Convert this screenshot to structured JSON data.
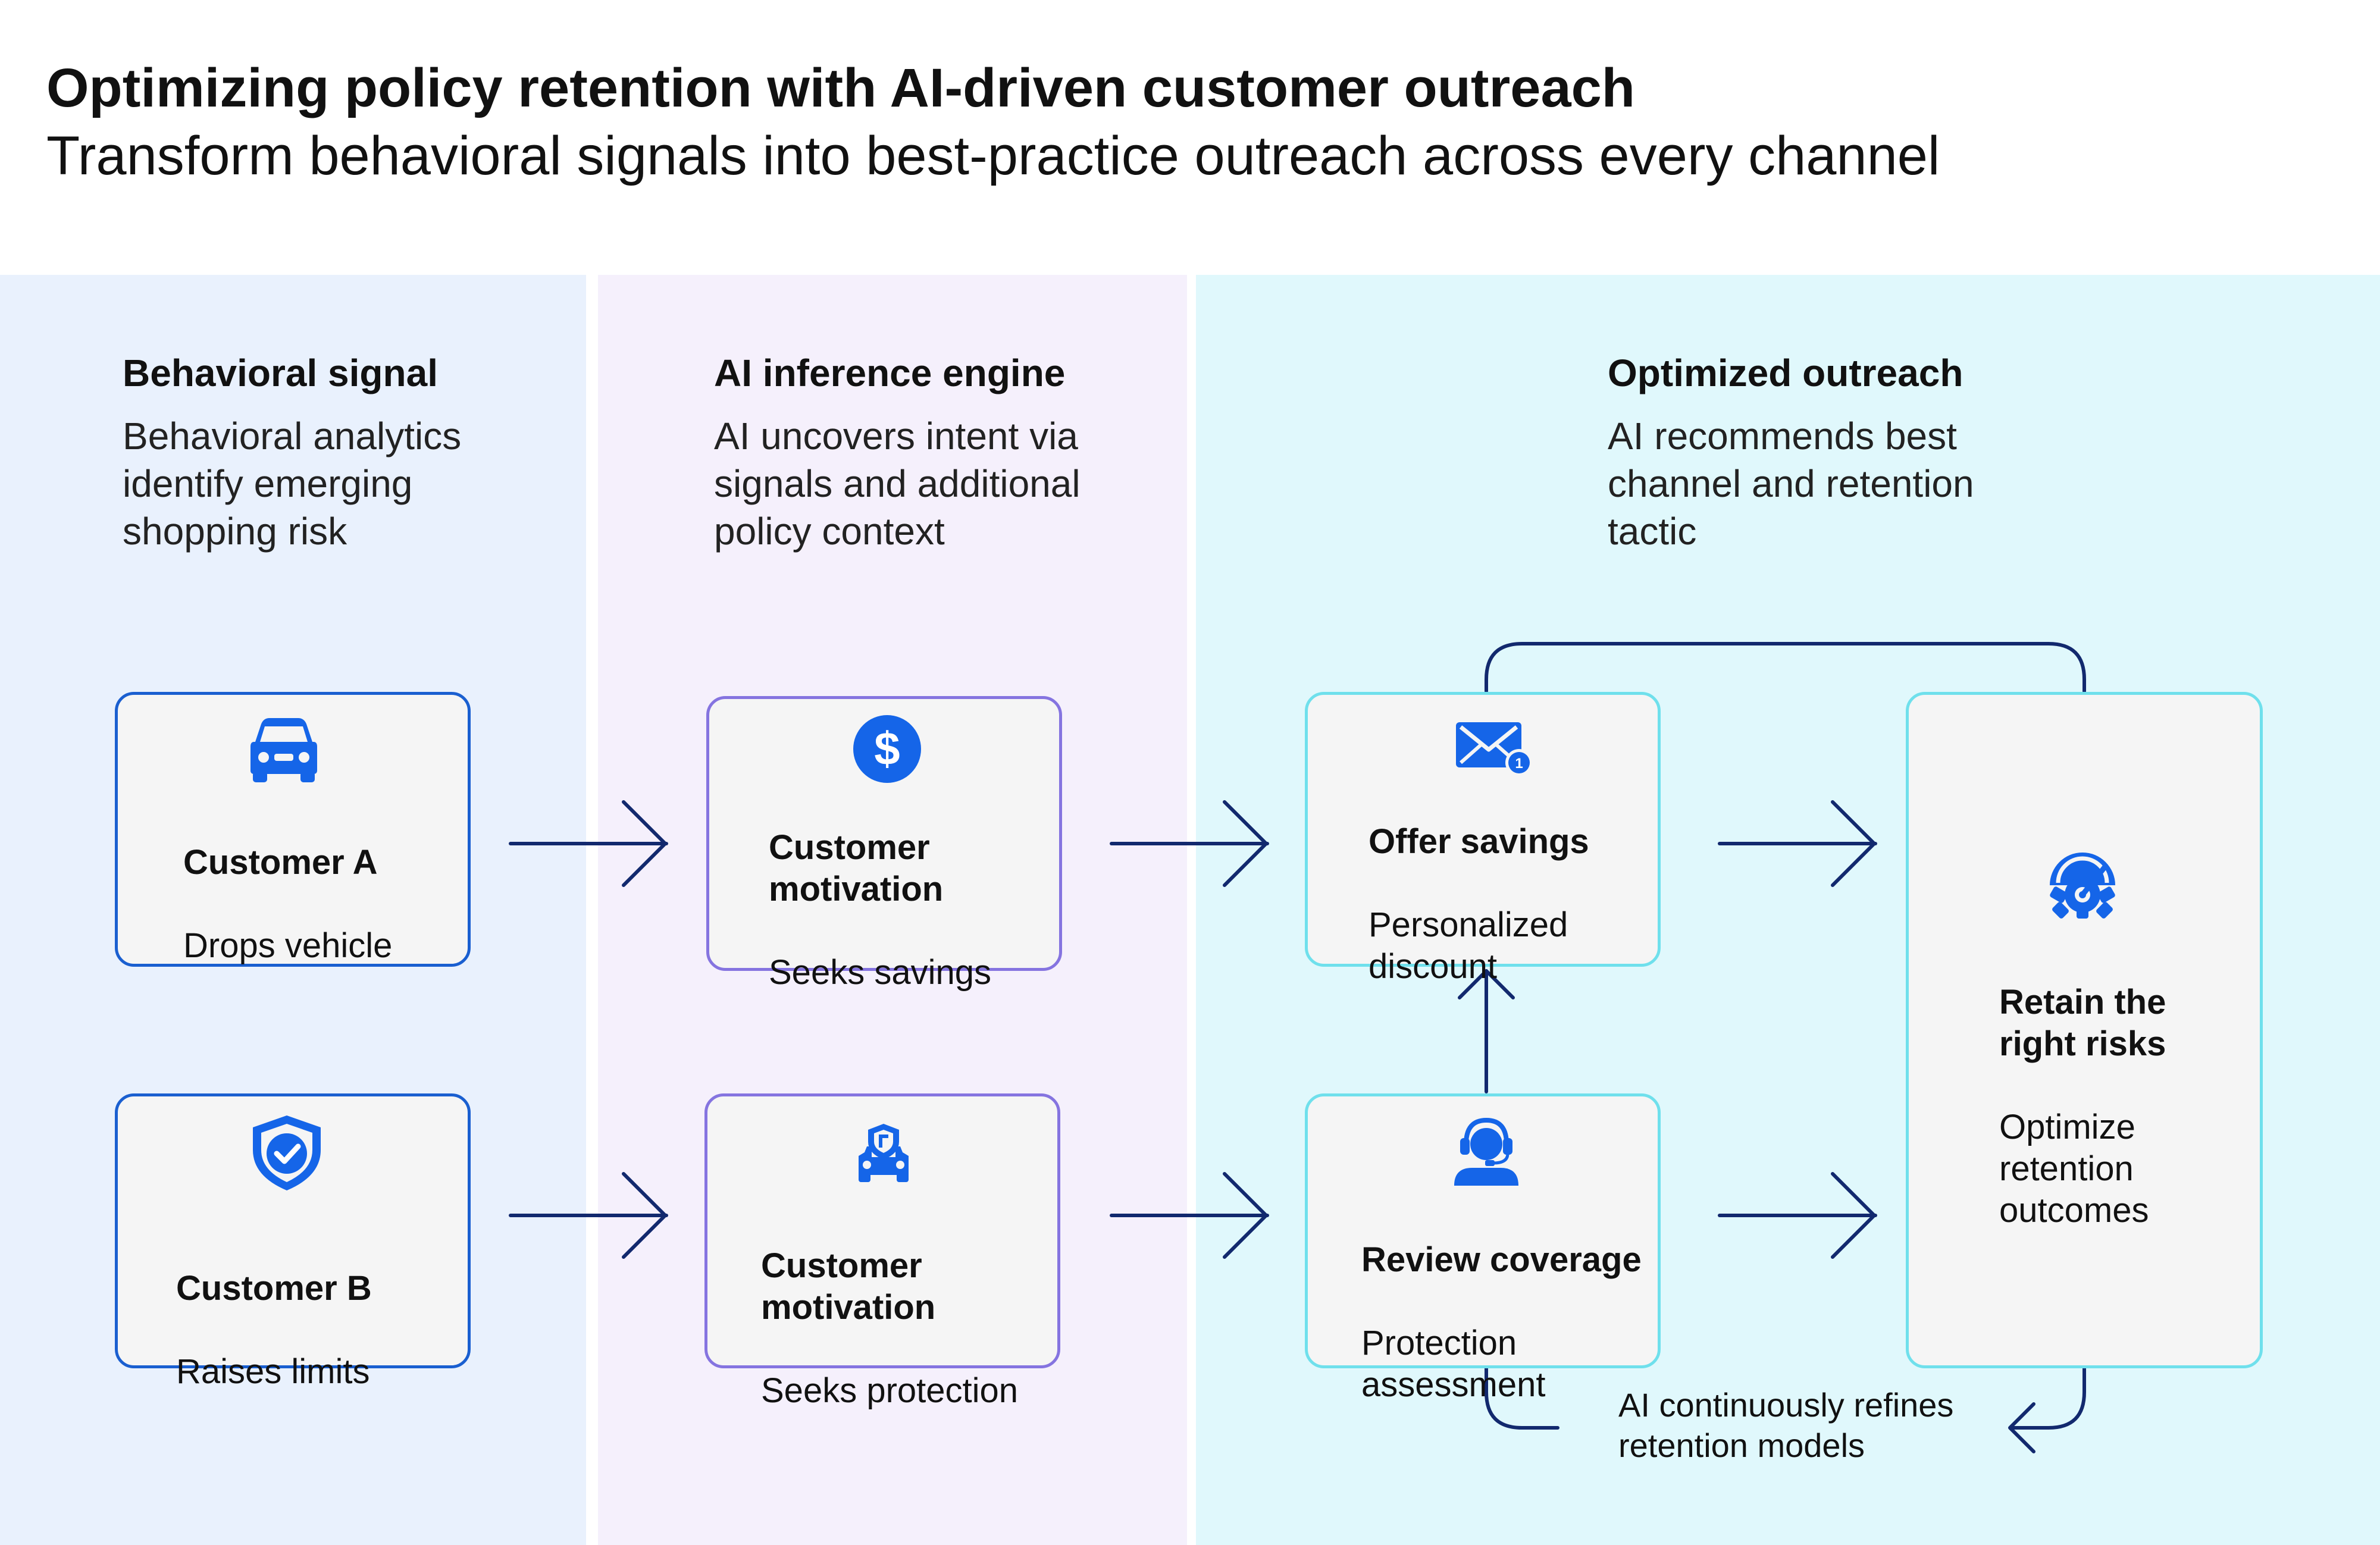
{
  "title": "Optimizing policy retention with AI-driven customer outreach",
  "subtitle": "Transform behavioral signals into best-practice outreach across every channel",
  "colors": {
    "col1_bg": "#e9f1fd",
    "col2_bg": "#f5f0fc",
    "col3_bg": "#e0f8fc",
    "blue_border": "#1a5fd0",
    "purple_border": "#8574e0",
    "cyan_border": "#6fe0ec",
    "icon_blue": "#1565e8",
    "arrow": "#12296e"
  },
  "columns": [
    {
      "heading": "Behavioral signal",
      "description": "Behavioral analytics\nidentify emerging\nshopping risk"
    },
    {
      "heading": "AI inference engine",
      "description": "AI uncovers intent via\nsignals and additional\npolicy context"
    },
    {
      "heading": "Optimized outreach",
      "description": "AI recommends best\nchannel and retention\ntactic"
    }
  ],
  "cards": {
    "customer_a": {
      "icon": "car-icon",
      "title": "Customer A",
      "text": "Drops vehicle"
    },
    "customer_b": {
      "icon": "shield-check-icon",
      "title": "Customer B",
      "text": "Raises limits"
    },
    "motivation_a": {
      "icon": "dollar-icon",
      "title": "Customer\nmotivation",
      "text": "Seeks savings"
    },
    "motivation_b": {
      "icon": "car-shield-icon",
      "title": "Customer\nmotivation",
      "text": "Seeks protection"
    },
    "offer_savings": {
      "icon": "email-notification-icon",
      "title": "Offer savings",
      "text": "Personalized\ndiscount"
    },
    "review_coverage": {
      "icon": "headset-agent-icon",
      "title": "Review coverage",
      "text": "Protection\nassessment"
    },
    "retain": {
      "icon": "gauge-gear-icon",
      "title": "Retain the\nright risks",
      "text": "Optimize\nretention\noutcomes"
    }
  },
  "loop_label": "AI continuously refines\nretention models",
  "notification_count": "1"
}
